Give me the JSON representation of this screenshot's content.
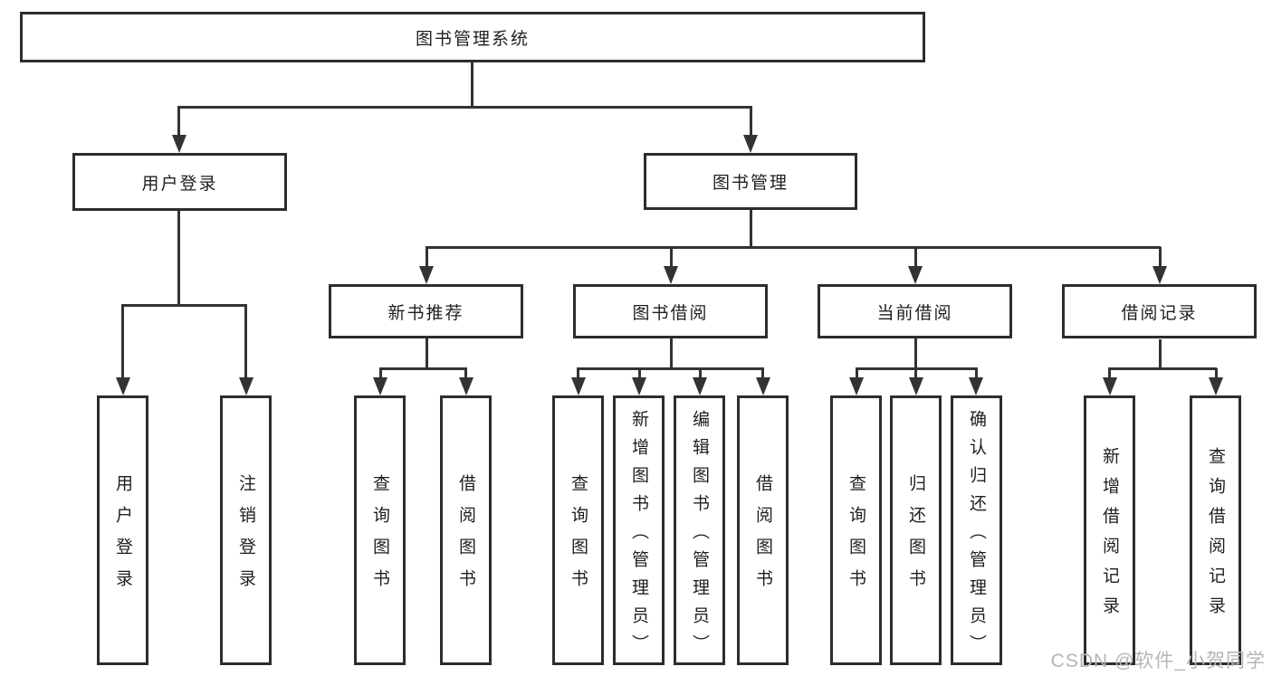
{
  "tree": {
    "root": {
      "label": "图书管理系统"
    },
    "level2": [
      {
        "label": "用户登录"
      },
      {
        "label": "图书管理"
      }
    ],
    "level3": [
      {
        "label": "新书推荐"
      },
      {
        "label": "图书借阅"
      },
      {
        "label": "当前借阅"
      },
      {
        "label": "借阅记录"
      }
    ],
    "leaves_login": [
      {
        "label": "用户登录"
      },
      {
        "label": "注销登录"
      }
    ],
    "leaves_newbook": [
      {
        "label": "查询图书"
      },
      {
        "label": "借阅图书"
      }
    ],
    "leaves_borrow": [
      {
        "label": "查询图书"
      },
      {
        "label": "新增图书（管理员）"
      },
      {
        "label": "编辑图书（管理员）"
      },
      {
        "label": "借阅图书"
      }
    ],
    "leaves_current": [
      {
        "label": "查询图书"
      },
      {
        "label": "归还图书"
      },
      {
        "label": "确认归还（管理员）"
      }
    ],
    "leaves_records": [
      {
        "label": "新增借阅记录"
      },
      {
        "label": "查询借阅记录"
      }
    ]
  },
  "colors": {
    "line": "#333333",
    "box_border": "#2d2d2d",
    "text": "#1f1f1f",
    "watermark": "#b5b5b5",
    "background": "#ffffff"
  },
  "watermark": {
    "text": "CSDN @软件_小贺同学"
  }
}
